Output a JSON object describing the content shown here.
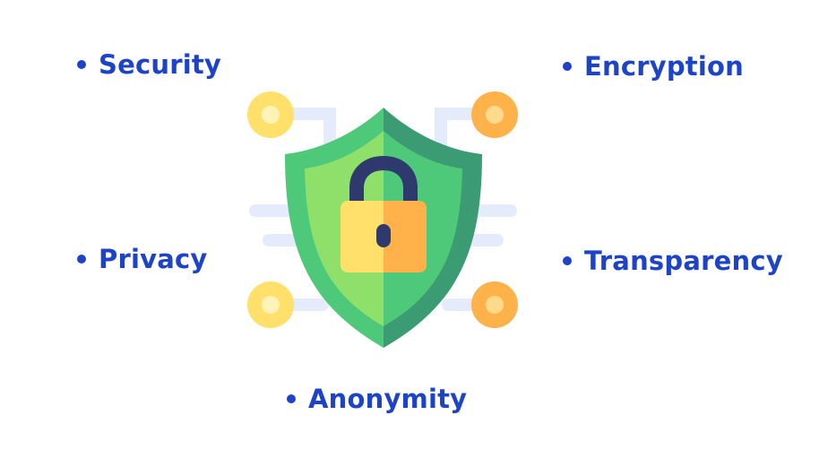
{
  "labels": {
    "security": "Security",
    "privacy": "Privacy",
    "anonymity": "Anonymity",
    "encryption": "Encryption",
    "transparency": "Transparency"
  },
  "colors": {
    "text": "#1d44c8",
    "shield_light": "#8fe06b",
    "shield_mid": "#4ec979",
    "shield_dark": "#3b9b72",
    "lock_body_left": "#ffe06b",
    "lock_body_right": "#ffb24a",
    "lock_shackle": "#2e3a6e",
    "node_yellow": "#ffe06b",
    "node_yellow_inner": "#fff3b8",
    "node_orange": "#ffb24a",
    "node_orange_inner": "#ffd98c",
    "circuit": "#e4ebfb"
  },
  "icons": {
    "shield": "shield-lock-icon",
    "bullet": "bullet-dot-icon"
  }
}
